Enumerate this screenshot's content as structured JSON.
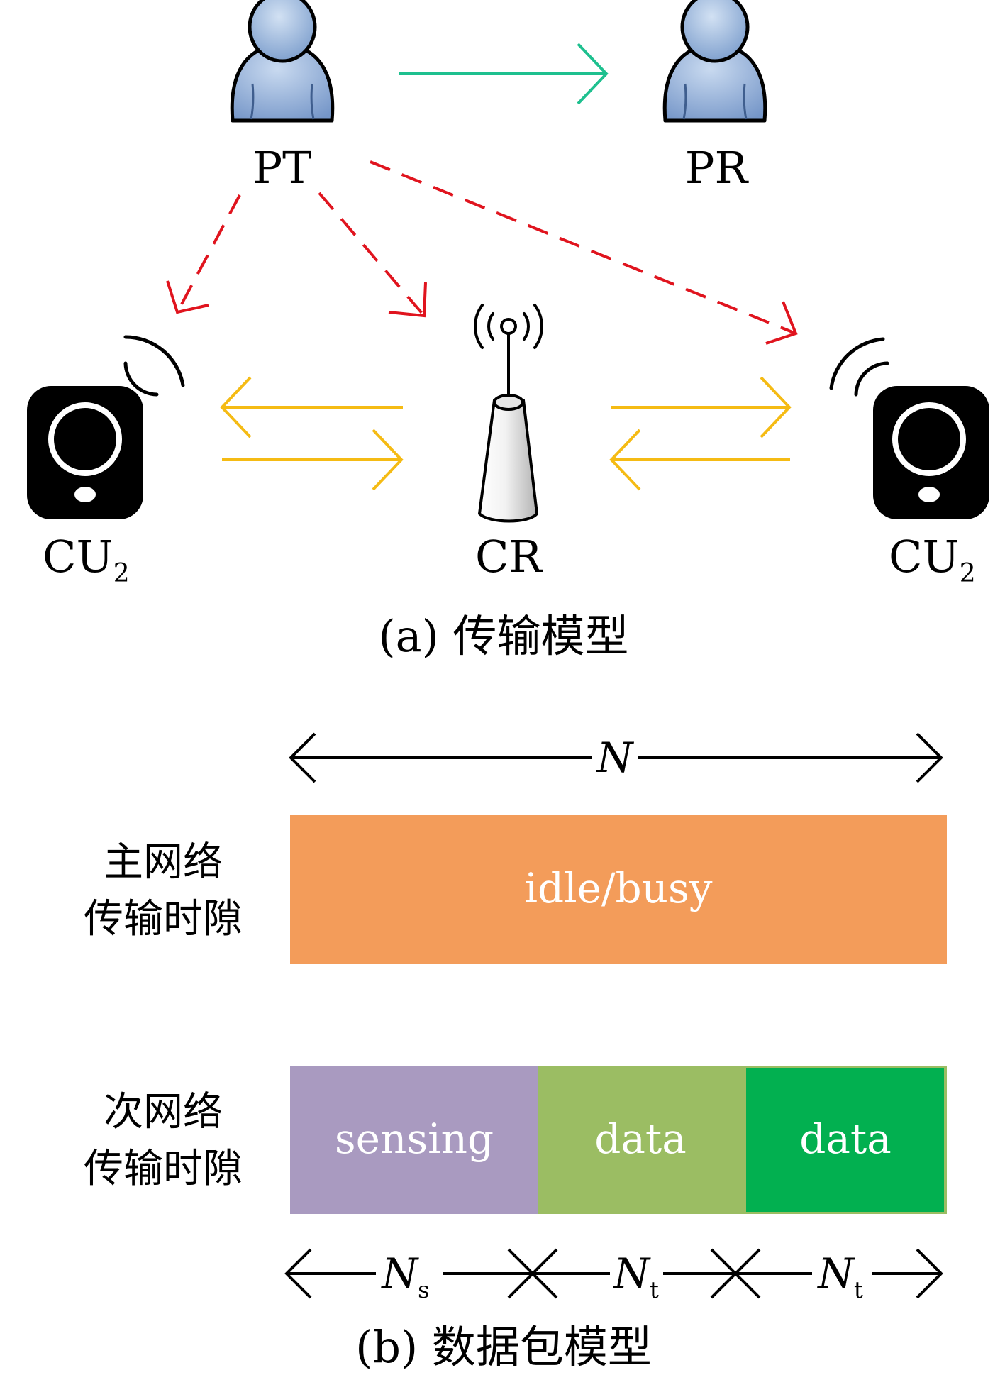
{
  "part_a": {
    "caption": "(a) 传输模型",
    "nodes": {
      "pt": "PT",
      "pr": "PR",
      "cu_left": "CU",
      "cu_left_sub": "2",
      "cr": "CR",
      "cu_right": "CU",
      "cu_right_sub": "2"
    },
    "colors": {
      "primary_link": "#1ec08f",
      "interference": "#e0141e",
      "cognitive_link": "#f5bb14",
      "user_fill": "#8fafd9",
      "device": "#000000"
    },
    "icons": [
      "user-icon",
      "speaker-device-icon",
      "antenna-tower-icon",
      "signal-waves-icon"
    ]
  },
  "part_b": {
    "caption": "(b) 数据包模型",
    "total_label": "N",
    "primary": {
      "label_line1": "主网络",
      "label_line2": "传输时隙",
      "bar_text": "idle/busy",
      "color": "#f39c5a"
    },
    "secondary": {
      "label_line1": "次网络",
      "label_line2": "传输时隙",
      "segments": [
        {
          "text": "sensing",
          "color": "#a99ac0",
          "dim": "N",
          "dim_sub": "s"
        },
        {
          "text": "data",
          "color": "#9bbd63",
          "dim": "N",
          "dim_sub": "t"
        },
        {
          "text": "data",
          "color": "#02b050",
          "dim": "N",
          "dim_sub": "t"
        }
      ]
    }
  }
}
